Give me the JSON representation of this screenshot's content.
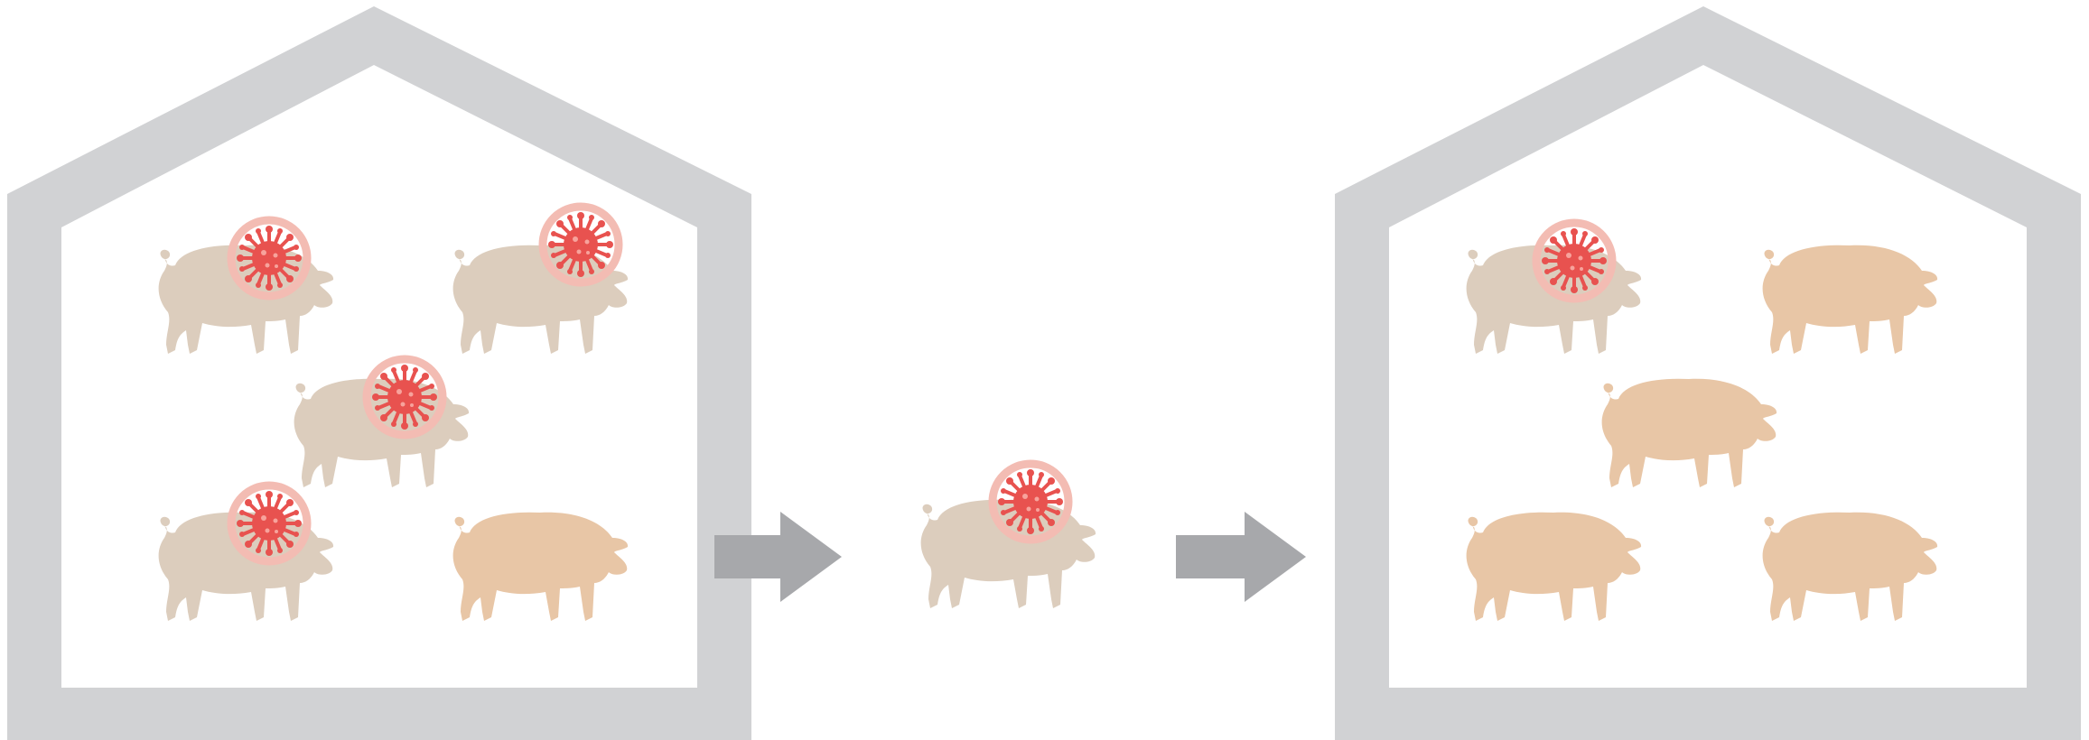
{
  "colors": {
    "barn": "#d1d2d4",
    "arrow": "#a7a8ab",
    "infected_pig": "#dccdbd",
    "healthy_pig": "#e8c6a6",
    "virus": "#e8524f",
    "virus_ring": "#f3bcb3"
  },
  "icons": {
    "barn": "barn-icon",
    "pig": "pig-icon",
    "virus": "virus-icon",
    "arrow": "arrow-right-icon"
  },
  "panels": [
    {
      "name": "source-barn",
      "pigs": [
        "infected",
        "infected",
        "infected",
        "infected",
        "healthy"
      ]
    },
    {
      "name": "transferred-pig",
      "pigs": [
        "infected"
      ]
    },
    {
      "name": "destination-barn",
      "pigs": [
        "infected",
        "healthy",
        "healthy",
        "healthy",
        "healthy"
      ]
    }
  ]
}
